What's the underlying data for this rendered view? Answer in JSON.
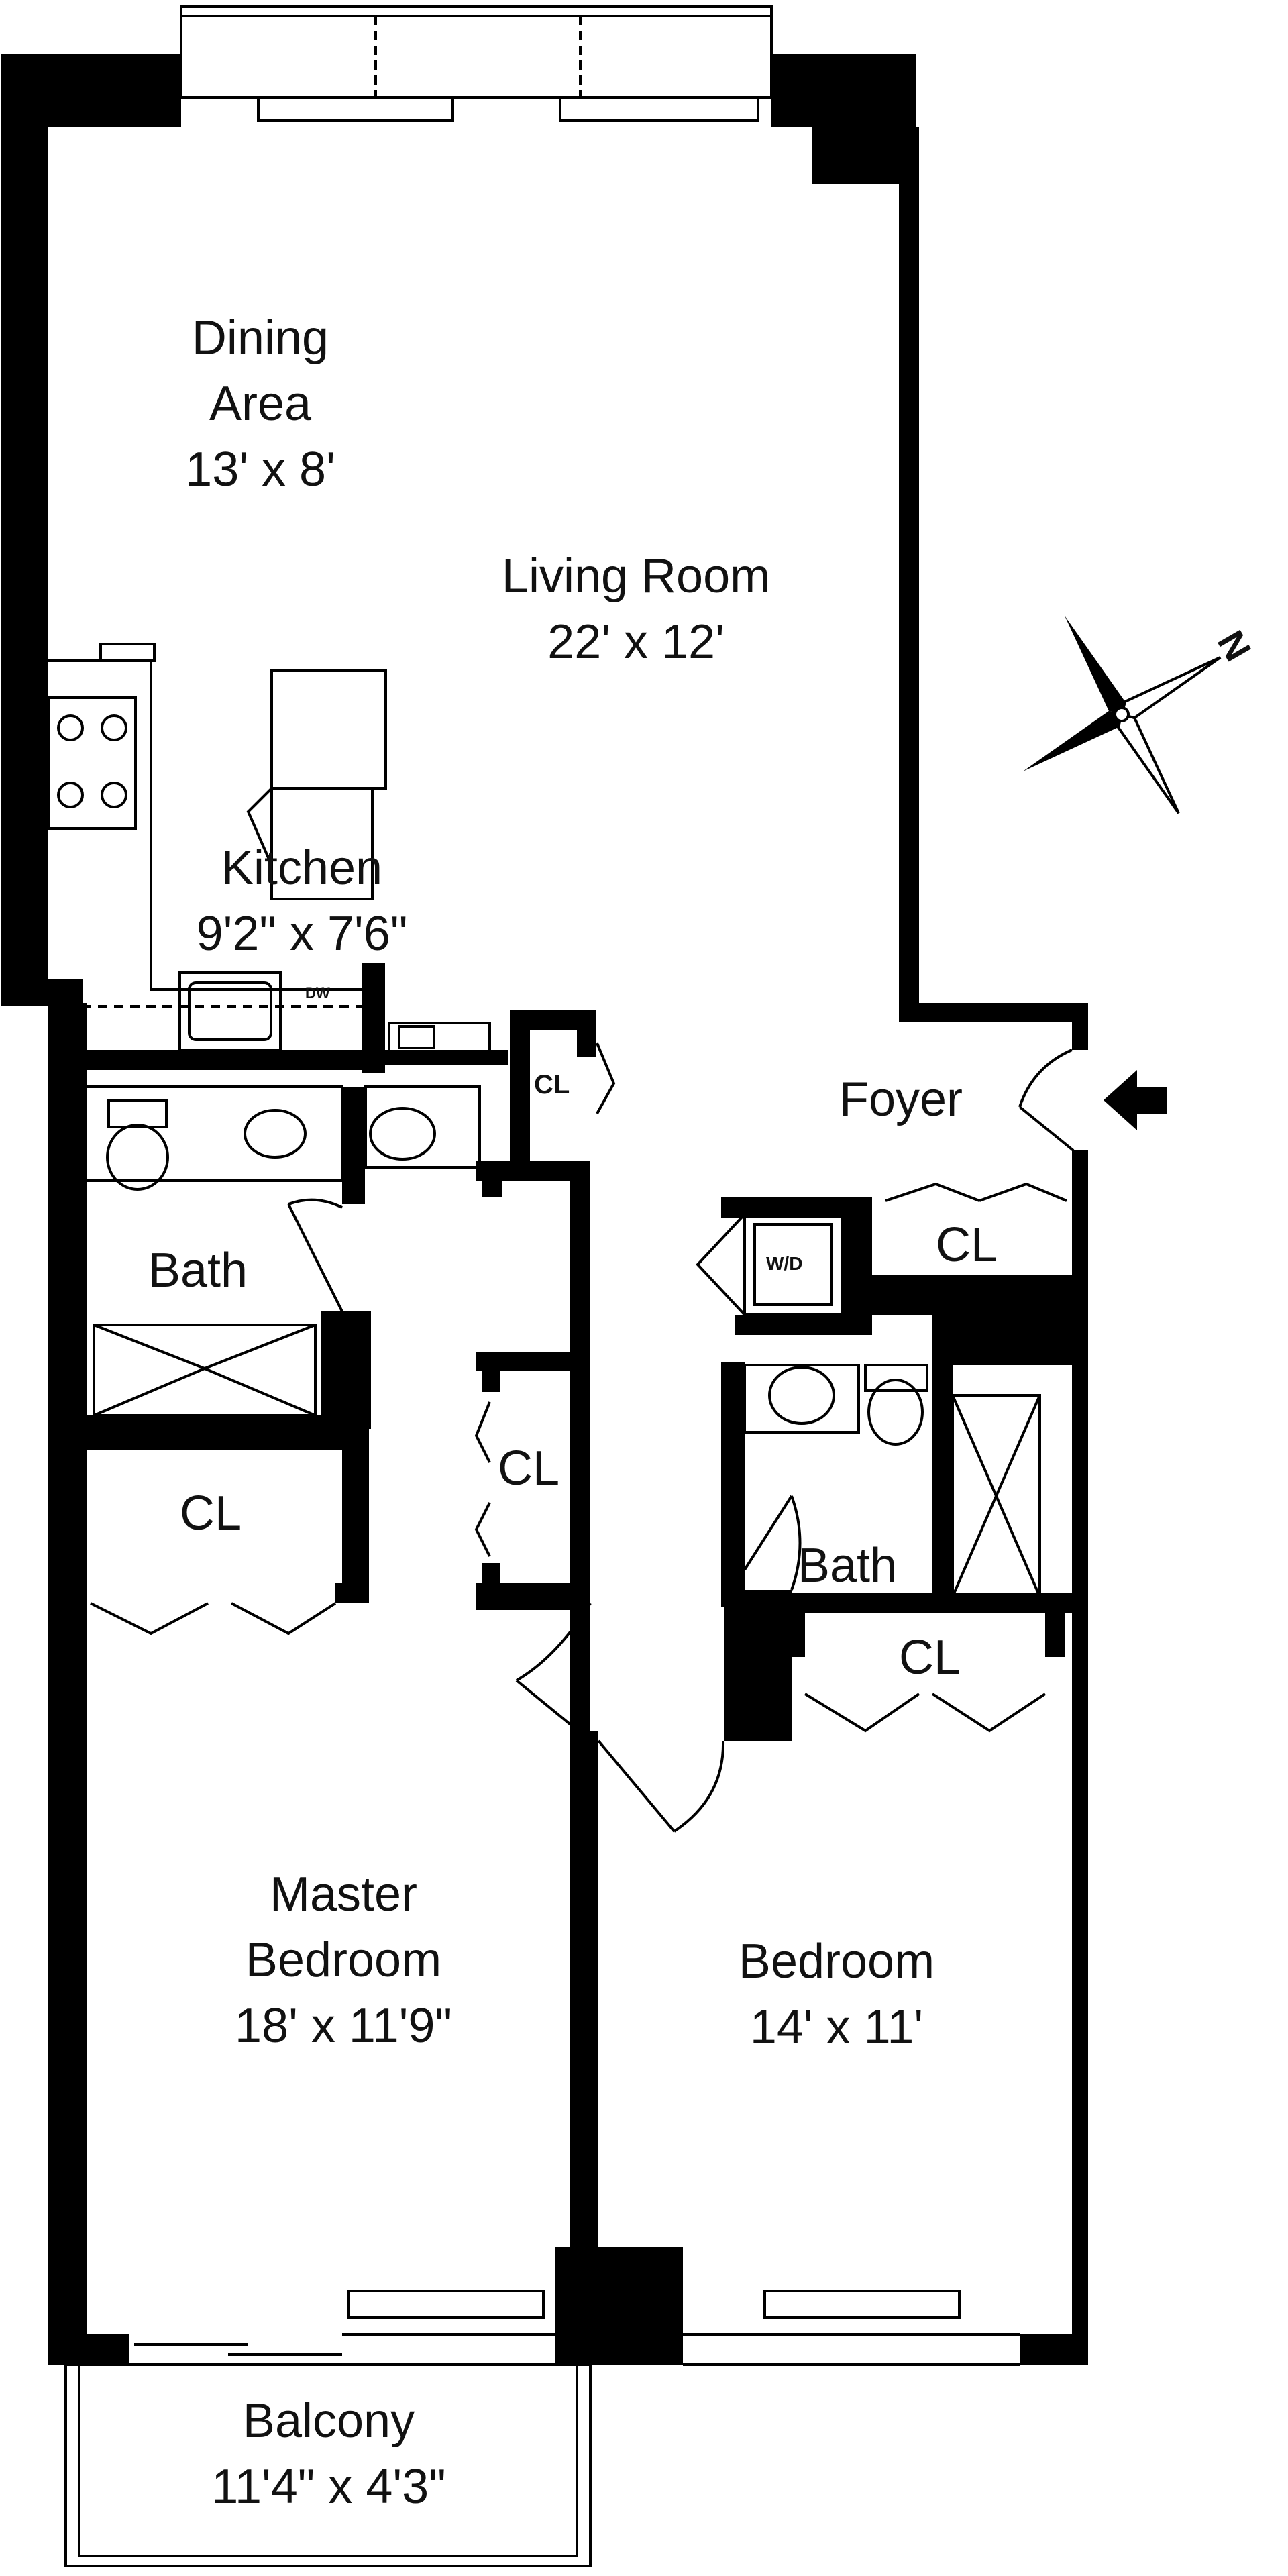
{
  "plan": {
    "rooms": [
      {
        "id": "dining",
        "lines": [
          "Dining",
          "Area",
          "13' x 8'"
        ]
      },
      {
        "id": "living",
        "lines": [
          "Living Room",
          "22' x 12'"
        ]
      },
      {
        "id": "kitchen",
        "lines": [
          "Kitchen",
          "9'2\" x 7'6\""
        ]
      },
      {
        "id": "foyer",
        "lines": [
          "Foyer"
        ]
      },
      {
        "id": "bath1",
        "lines": [
          "Bath"
        ]
      },
      {
        "id": "bath2",
        "lines": [
          "Bath"
        ]
      },
      {
        "id": "master",
        "lines": [
          "Master",
          "Bedroom",
          "18' x 11'9\""
        ]
      },
      {
        "id": "bedroom",
        "lines": [
          "Bedroom",
          "14' x 11'"
        ]
      },
      {
        "id": "balcony",
        "lines": [
          "Balcony",
          "11'4\" x 4'3\""
        ]
      }
    ],
    "closets": {
      "cl_small": "CL",
      "cl_foyer": "CL",
      "cl_master": "CL",
      "cl_hall": "CL",
      "cl_bedroom": "CL"
    },
    "fixtures": {
      "dishwasher": "DW",
      "washer_dryer": "W/D"
    },
    "compass": {
      "north_label": "N"
    },
    "colors": {
      "wall": "#000000",
      "background": "#ffffff"
    }
  }
}
